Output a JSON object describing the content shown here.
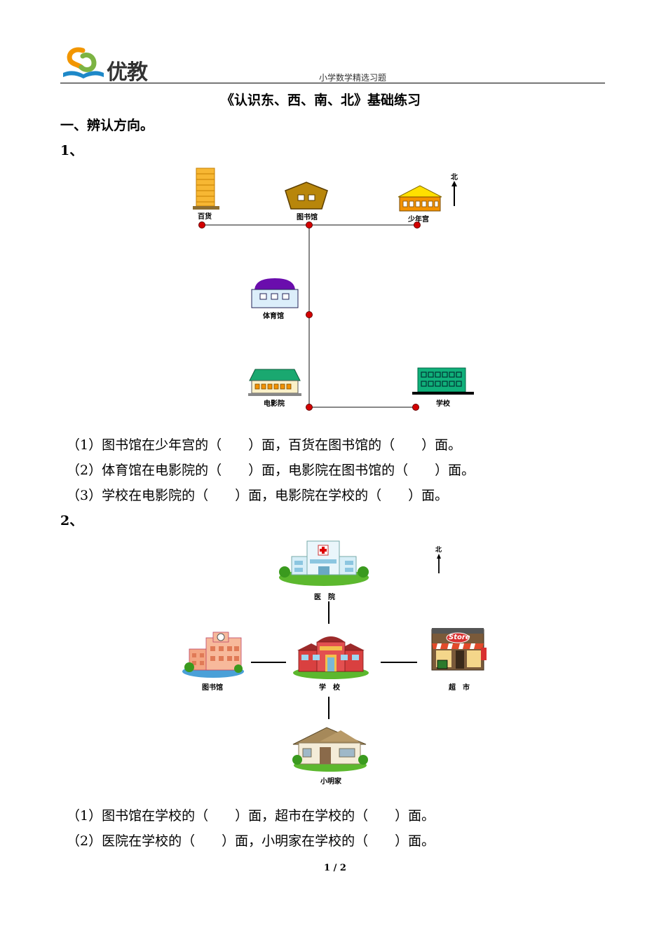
{
  "header": {
    "logo_text": "优教",
    "subtitle": "小学数学精选习题"
  },
  "title": "《认识东、西、南、北》基础练习",
  "section1": "一、辨认方向。",
  "problem1": {
    "number": "1、",
    "compass": "北",
    "labels": {
      "store": "百货",
      "library": "图书馆",
      "youth_palace": "少年宫",
      "gym": "体育馆",
      "cinema": "电影院",
      "school": "学校"
    },
    "questions": [
      "（1）图书馆在少年宫的（　　）面，百货在图书馆的（　　）面。",
      "（2）体育馆在电影院的（　　）面，电影院在图书馆的（　　）面。",
      "（3）学校在电影院的（　　）面，电影院在学校的（　　）面。"
    ]
  },
  "problem2": {
    "number": "2、",
    "compass": "北",
    "labels": {
      "hospital": "医　院",
      "library": "图书馆",
      "school": "学　校",
      "supermarket": "超　市",
      "home": "小明家"
    },
    "store_sign": "Store",
    "questions": [
      "（1）图书馆在学校的（　　）面，超市在学校的（　　）面。",
      "（2）医院在学校的（　　）面，小明家在学校的（　　）面。"
    ]
  },
  "footer": {
    "page": "1 / 2"
  }
}
